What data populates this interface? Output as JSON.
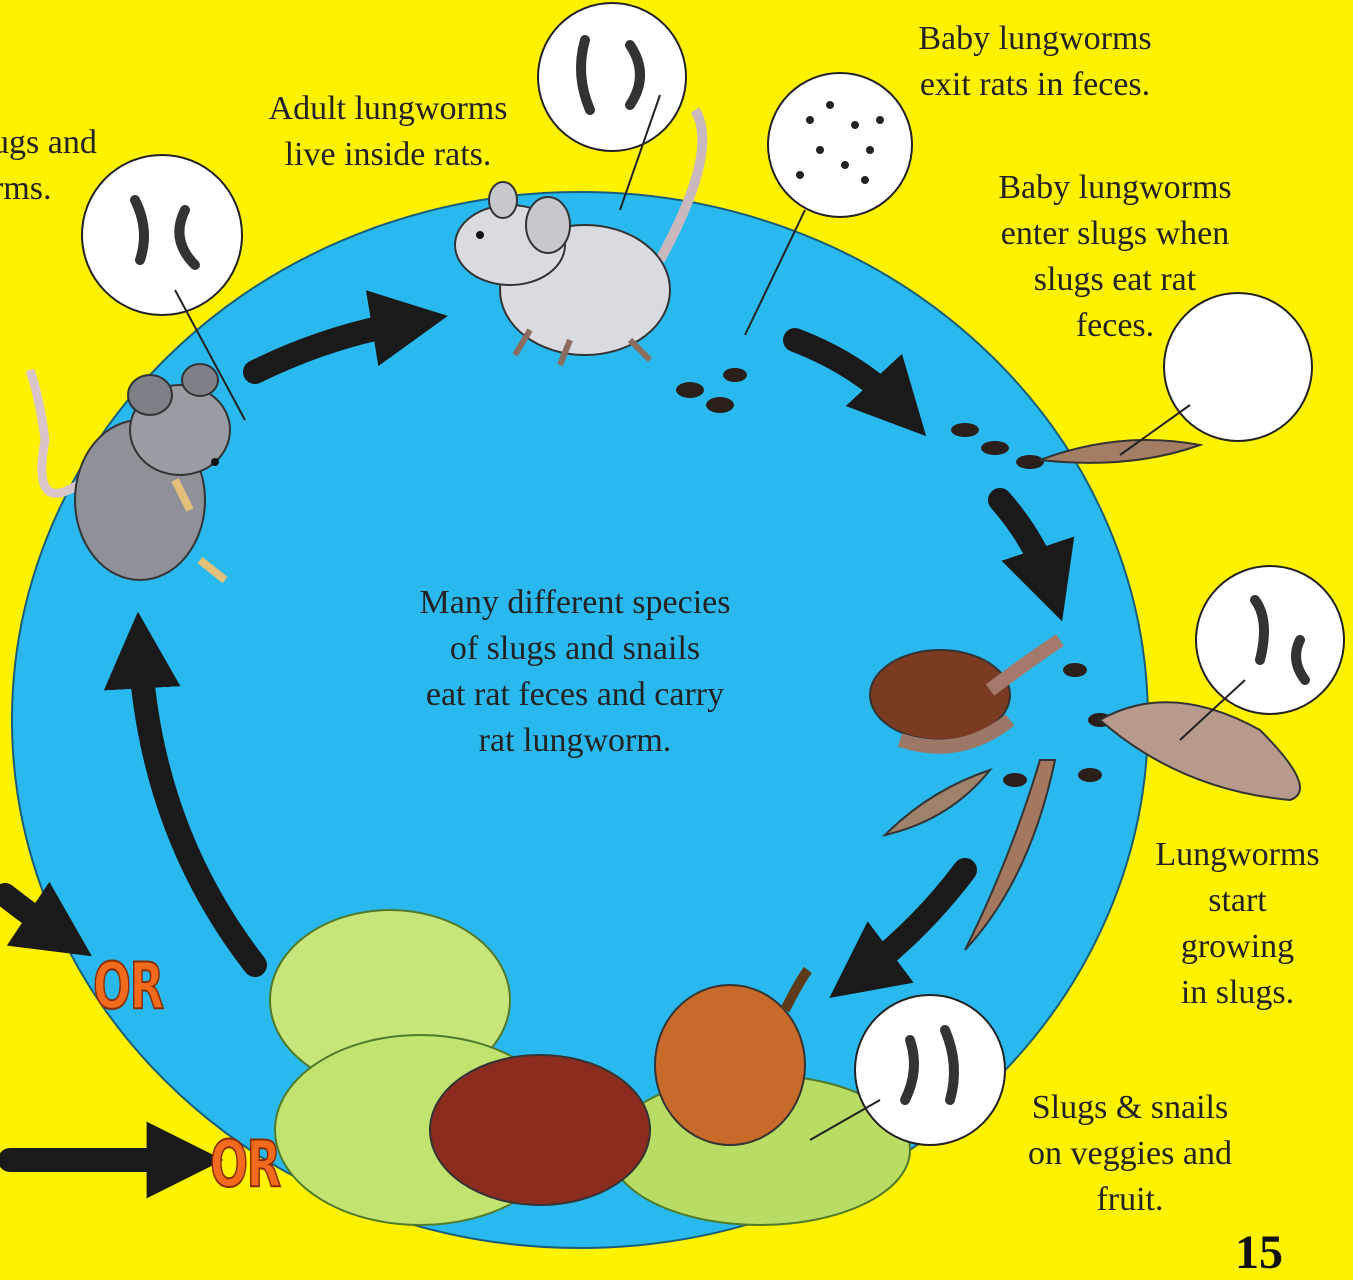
{
  "labels": {
    "adult": "Adult lungworms\nlive inside rats.",
    "exit": "Baby lungworms\nexit rats in feces.",
    "enter": "Baby lungworms\nenter slugs when\nslugs eat rat\nfeces.",
    "grow": "Lungworms\nstart\ngrowing\nin slugs.",
    "veggies": "Slugs & snails\non veggies and\nfruit.",
    "center": "Many different species\nof slugs and snails\neat rat feces and carry\nrat lungworm.",
    "left_partial": "ugs and\nrms."
  },
  "or_labels": [
    "OR",
    "OR"
  ],
  "page_number": "15",
  "icons": [
    "rat-icon",
    "grey-rat-icon",
    "snail-icon",
    "slug-icon",
    "fruit-icon",
    "lettuce-icon",
    "worm-magnifier-icon",
    "feces-icon",
    "cycle-arrow-icon"
  ],
  "colors": {
    "background": "#fff200",
    "circle": "#29b9ef",
    "arrow": "#1a1a1a",
    "or_text": "#f26b1d"
  }
}
